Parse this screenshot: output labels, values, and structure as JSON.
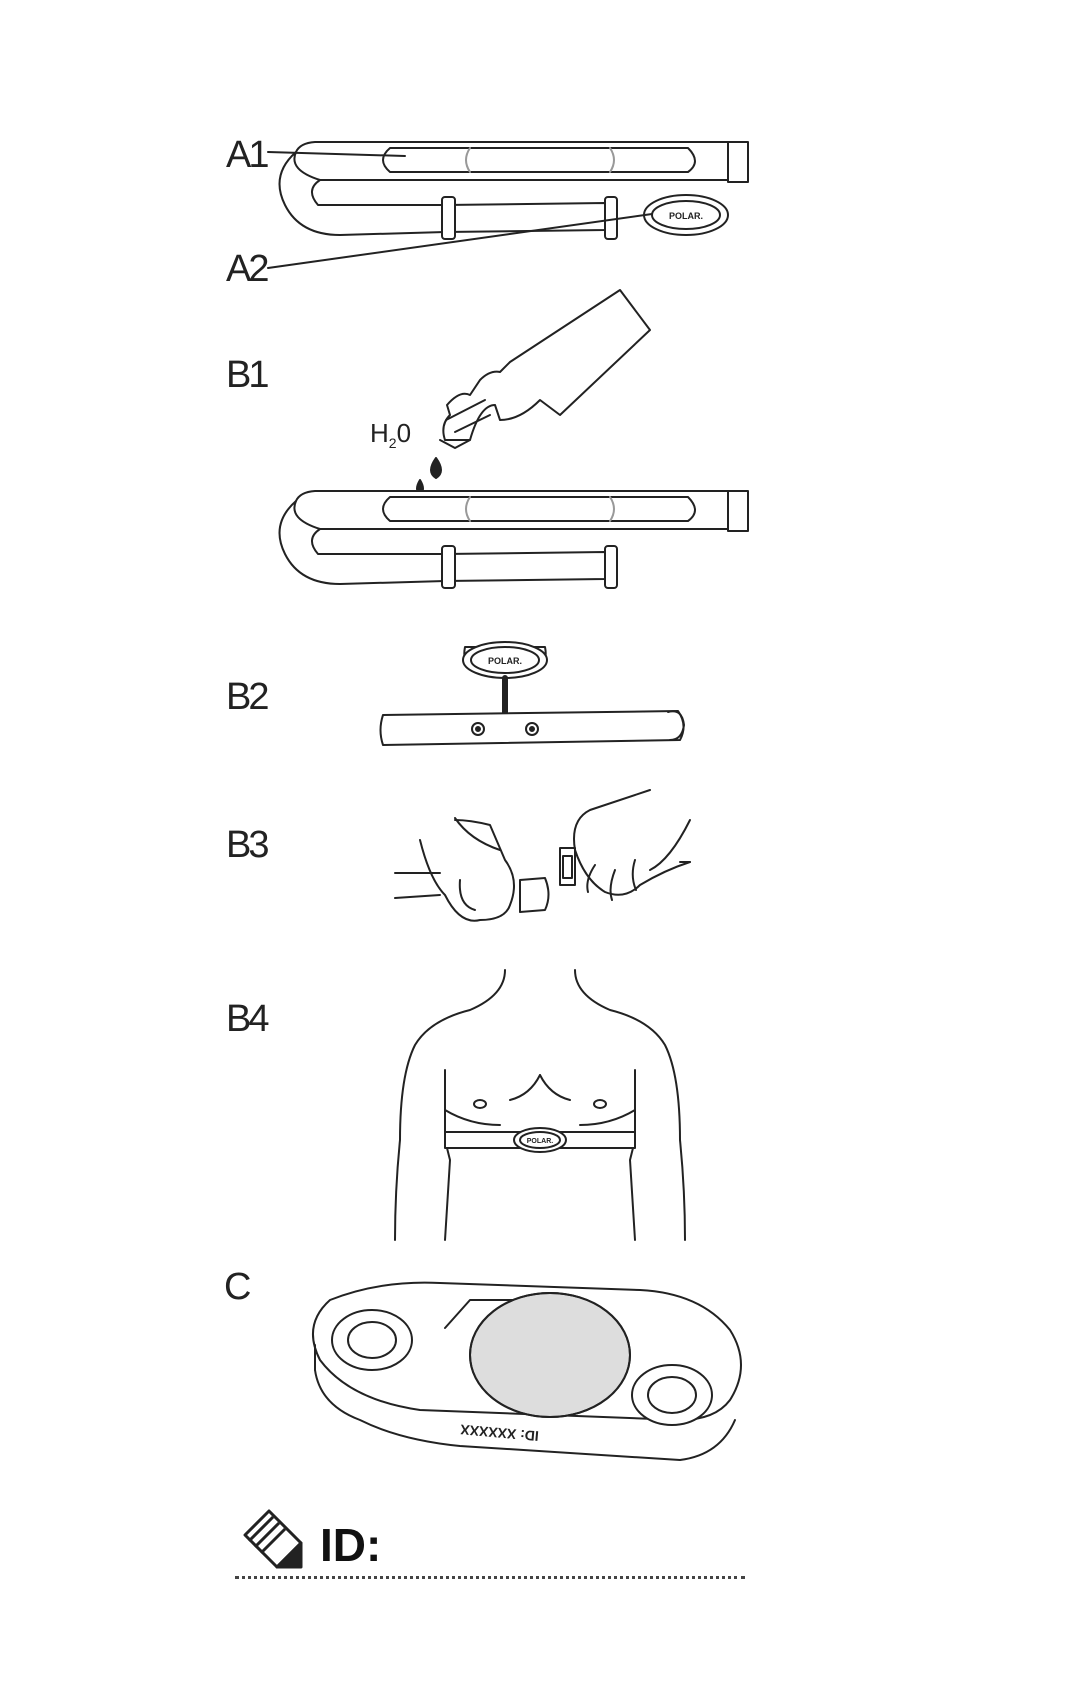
{
  "labels": {
    "a1": "A1",
    "a2": "A2",
    "b1": "B1",
    "b2": "B2",
    "b3": "B3",
    "b4": "B4",
    "c": "C"
  },
  "water": {
    "formula": "H",
    "subscript": "2",
    "suffix": "0"
  },
  "brand": "POLAR.",
  "sensor_id_text": "ID: XXXXXX",
  "id_field": {
    "label": "ID:",
    "icon": "pencil-note-icon"
  }
}
